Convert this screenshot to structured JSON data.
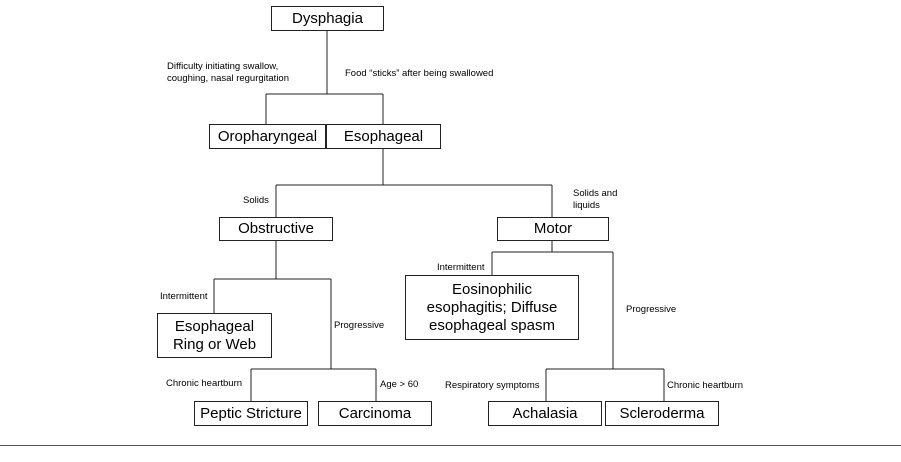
{
  "nodes": {
    "dysphagia": "Dysphagia",
    "oropharyngeal": "Oropharyngeal",
    "esophageal": "Esophageal",
    "obstructive": "Obstructive",
    "motor": "Motor",
    "esophageal_ring_web": "Esophageal Ring or Web",
    "eosinophilic_spasm": "Eosinophilic esophagitis; Diffuse esophageal spasm",
    "peptic_stricture": "Peptic Stricture",
    "carcinoma": "Carcinoma",
    "achalasia": "Achalasia",
    "scleroderma": "Scleroderma"
  },
  "edge_labels": {
    "oropharyngeal_criteria": "Difficulty initiating swallow, coughing, nasal regurgitation",
    "esophageal_criteria": "Food “sticks” after being swallowed",
    "solids": "Solids",
    "solids_and_liquids": "Solids and liquids",
    "obstructive_intermittent": "Intermittent",
    "obstructive_progressive": "Progressive",
    "motor_intermittent": "Intermittent",
    "motor_progressive": "Progressive",
    "chronic_heartburn_left": "Chronic heartburn",
    "age_over_60": "Age > 60",
    "respiratory_symptoms": "Respiratory symptoms",
    "chronic_heartburn_right": "Chronic heartburn"
  },
  "colors": {
    "line": "#222222",
    "box_border": "#222222",
    "text": "#000000",
    "background": "#ffffff",
    "footer_rule": "#555555"
  }
}
